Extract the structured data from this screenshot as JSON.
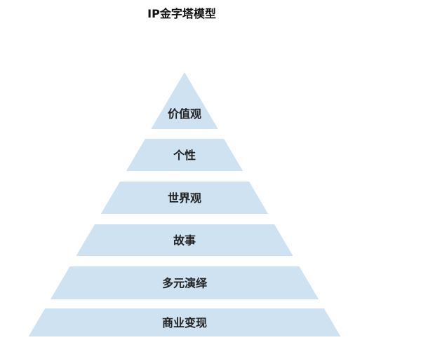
{
  "title": "IP金字塔模型",
  "colors": {
    "layer_fill": "#cfe2f2",
    "text": "#222222"
  },
  "layers": [
    {
      "label": "价值观"
    },
    {
      "label": "个性"
    },
    {
      "label": "世界观"
    },
    {
      "label": "故事"
    },
    {
      "label": "多元演绎"
    },
    {
      "label": "商业变现"
    }
  ]
}
